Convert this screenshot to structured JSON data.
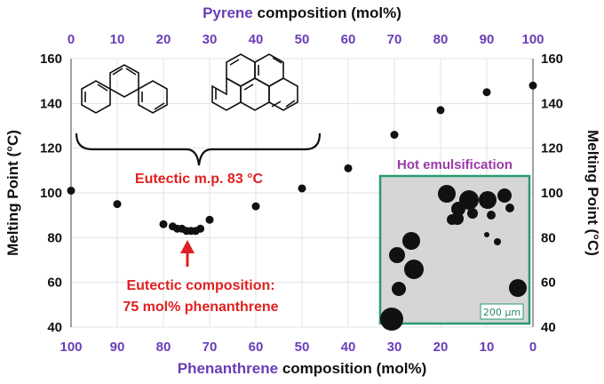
{
  "chart_data": {
    "type": "scatter",
    "top_axis": {
      "label_prefix": "Pyrene",
      "label_suffix": " composition (mol%)",
      "ticks": [
        "0",
        "10",
        "20",
        "30",
        "40",
        "50",
        "60",
        "70",
        "80",
        "90",
        "100"
      ]
    },
    "bottom_axis": {
      "label_prefix": "Phenanthrene",
      "label_suffix": " composition (mol%)",
      "ticks": [
        "100",
        "90",
        "80",
        "70",
        "60",
        "50",
        "40",
        "30",
        "20",
        "10",
        "0"
      ]
    },
    "y_left_label": "Melting Point (°C)",
    "y_right_label": "Melting Point (°C)",
    "y_ticks": [
      "40",
      "60",
      "80",
      "100",
      "120",
      "140",
      "160"
    ],
    "ylim": [
      40,
      160
    ],
    "xlim": [
      0,
      100
    ],
    "grid": true,
    "points": [
      {
        "x": 0,
        "y": 101
      },
      {
        "x": 10,
        "y": 95
      },
      {
        "x": 20,
        "y": 86
      },
      {
        "x": 22,
        "y": 85
      },
      {
        "x": 23,
        "y": 84
      },
      {
        "x": 24,
        "y": 84
      },
      {
        "x": 25,
        "y": 83
      },
      {
        "x": 26,
        "y": 83
      },
      {
        "x": 27,
        "y": 83
      },
      {
        "x": 28,
        "y": 84
      },
      {
        "x": 30,
        "y": 88
      },
      {
        "x": 40,
        "y": 94
      },
      {
        "x": 50,
        "y": 102
      },
      {
        "x": 60,
        "y": 111
      },
      {
        "x": 70,
        "y": 126
      },
      {
        "x": 80,
        "y": 137
      },
      {
        "x": 90,
        "y": 145
      },
      {
        "x": 100,
        "y": 148
      }
    ],
    "annotations": {
      "eutectic_mp": "Eutectic m.p. 83 °C",
      "eutectic_comp_line1": "Eutectic composition:",
      "eutectic_comp_line2": "75 mol% phenanthrene"
    },
    "inset": {
      "title": "Hot emulsification",
      "scale_bar": "200 µm"
    },
    "colors": {
      "accent": "#6a3db8",
      "annotation": "#e02020",
      "inset_title": "#9b3aa8",
      "inset_border": "#2a9a70",
      "points": "#111111"
    }
  }
}
